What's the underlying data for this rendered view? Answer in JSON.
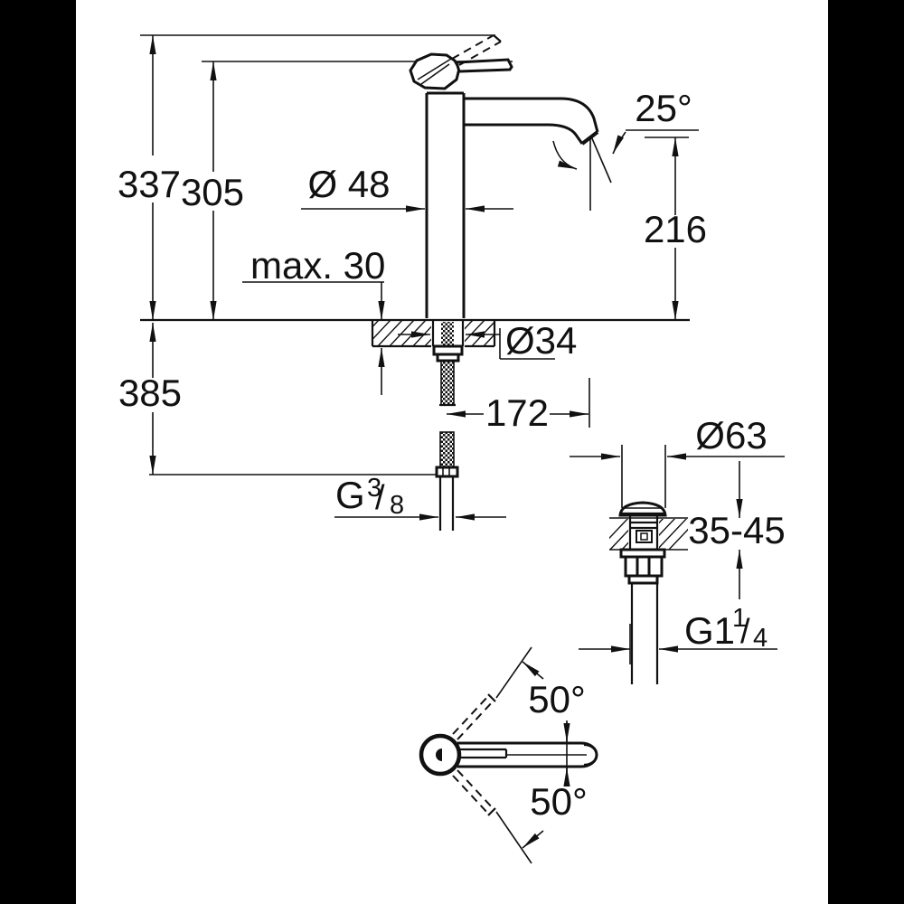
{
  "drawing": {
    "type": "technical-dimension-drawing",
    "subject": "single-lever basin mixer with waste set, side view, mounting section and handle swivel top view",
    "colors": {
      "ink": "#111111",
      "paper": "#ffffff",
      "matte_bars": "#000000"
    }
  },
  "dims": {
    "total_height": "337",
    "handle_height": "305",
    "body_diameter": "Ø 48",
    "deck_thickness": "max. 30",
    "spout_angle": "25°",
    "spout_height": "216",
    "below_deck_depth": "385",
    "hole_diameter": "Ø34",
    "spout_projection": "172",
    "supply_thread_g": "G",
    "supply_thread_num": "3",
    "supply_thread_slash": "/",
    "supply_thread_den": "8",
    "waste_flange_diameter": "Ø63",
    "waste_deck_range": "35-45",
    "waste_thread_g": "G1",
    "waste_thread_num": "1",
    "waste_thread_slash": "/",
    "waste_thread_den": "4",
    "swivel_angle_upper": "50°",
    "swivel_angle_lower": "50°"
  }
}
